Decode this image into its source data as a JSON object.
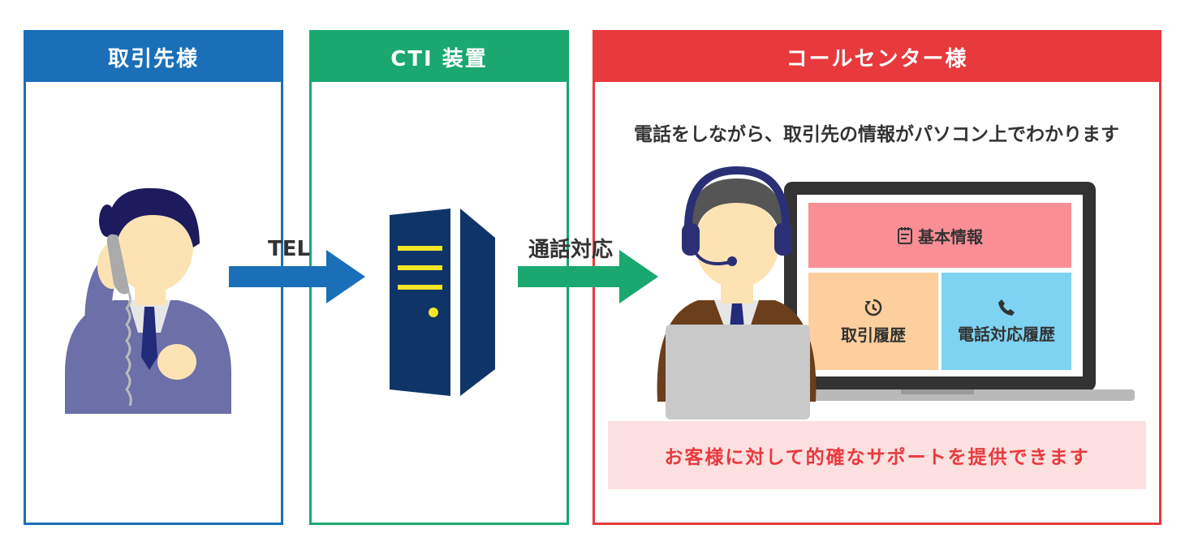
{
  "panels": {
    "client": {
      "title": "取引先様",
      "color": "#1a6fb8"
    },
    "cti": {
      "title": "CTI 装置",
      "color": "#1aa870"
    },
    "center": {
      "title": "コールセンター様",
      "color": "#e8393d"
    }
  },
  "arrows": {
    "tel": {
      "label": "TEL",
      "color": "#1a6fb8"
    },
    "call": {
      "label": "通話対応",
      "color": "#1aa870"
    }
  },
  "center": {
    "caption": "電話をしながら、取引先の情報がパソコン上でわかります",
    "screen": {
      "basic_info": {
        "label": "基本情報",
        "icon": "notepad-icon",
        "color": "#f98e95"
      },
      "trade_history": {
        "label": "取引履歴",
        "icon": "clock-history-icon",
        "color": "#fdcf9d"
      },
      "call_history": {
        "label": "電話対応履歴",
        "icon": "phone-icon",
        "color": "#7ed2f2"
      }
    },
    "support": "お客様に対して的確なサポートを提供できます"
  },
  "icons": {
    "customer": "customer-on-phone-icon",
    "server": "server-tower-icon",
    "operator": "operator-with-headset-icon",
    "laptop": "laptop-icon"
  }
}
